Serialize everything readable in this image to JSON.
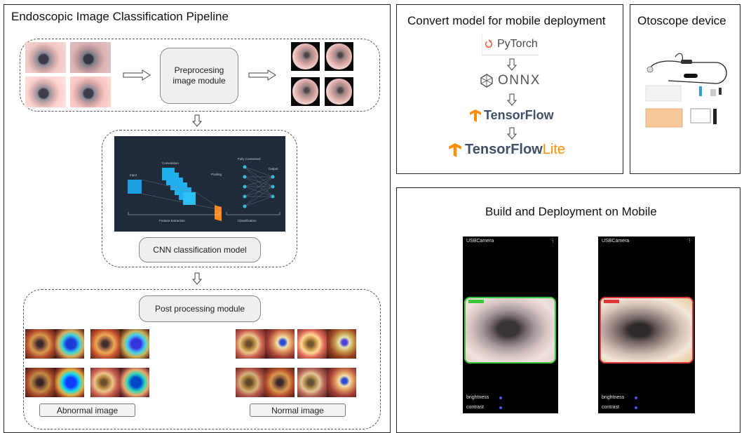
{
  "pipeline": {
    "title": "Endoscopic Image Classification Pipeline",
    "preprocessing_label": "Preprocesing image module",
    "cnn_label": "CNN classification model",
    "cnn_figure": {
      "input": "Input",
      "convolution": "Convolution",
      "pooling": "Pooling",
      "fully_connected": "Fully Connected",
      "output": "Output",
      "feature_extraction": "Feature Extraction",
      "classification": "Classification"
    },
    "postprocessing_label": "Post processing module",
    "abnormal_label": "Abnormal image",
    "normal_label": "Normal image"
  },
  "convert": {
    "title": "Convert model for mobile deployment",
    "frameworks": [
      "PyTorch",
      "ONNX",
      "TensorFlow",
      "TensorFlow",
      "Lite"
    ],
    "colors": {
      "pytorch": "#ee4c2c",
      "onnx": "#555555",
      "tensorflow": "#ff8f00",
      "tensorflow_text": "#425066"
    }
  },
  "otoscope": {
    "title": "Otoscope device"
  },
  "mobile": {
    "title": "Build and Deployment on Mobile",
    "phones": [
      {
        "app_name": "USBCamera",
        "frame_color": "#38c838",
        "brightness": "brightness",
        "contrast": "contrast"
      },
      {
        "app_name": "USBCamera",
        "frame_color": "#e03838",
        "brightness": "brightness",
        "contrast": "contrast"
      }
    ]
  }
}
